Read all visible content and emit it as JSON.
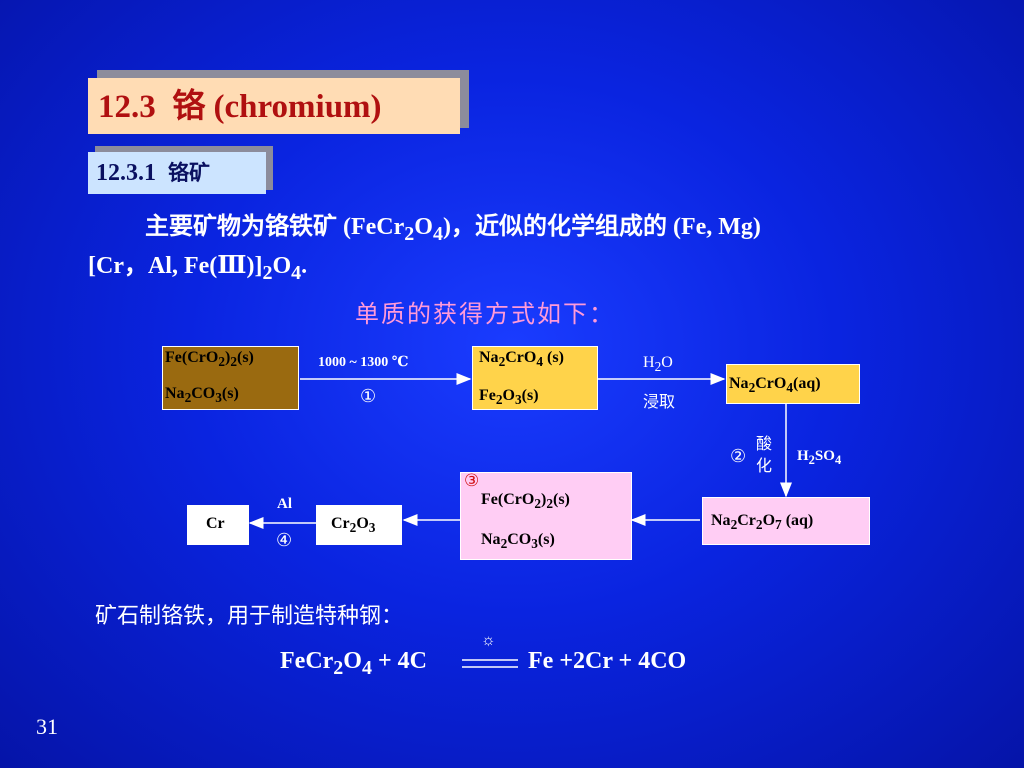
{
  "title": {
    "num": "12.3",
    "cn": "铬",
    "en": "(chromium)"
  },
  "subtitle": {
    "num": "12.3.1",
    "cn": "铬矿"
  },
  "intro": {
    "line1_a": "主要矿物为铬铁矿 (FeCr",
    "line1_sub1": "2",
    "line1_b": "O",
    "line1_sub2": "4",
    "line1_c": ")，近似的化学组成的 (Fe, Mg)",
    "line2_a": "[Cr，Al, Fe(Ⅲ)]",
    "line2_sub1": "2",
    "line2_b": "O",
    "line2_sub2": "4",
    "line2_c": "."
  },
  "method_heading": "单质的获得方式如下：",
  "diagram": {
    "start_box": {
      "l1a": "Fe(CrO",
      "l1s": "2",
      "l1b": ")",
      "l1s2": "2",
      "l1c": "(s)",
      "l2a": "Na",
      "l2s": "2",
      "l2b": "CO",
      "l2s2": "3",
      "l2c": "(s)"
    },
    "step1": {
      "label": "1000 ~ 1300 ℃",
      "num": "①"
    },
    "mid_box": {
      "l1a": "Na",
      "l1s": "2",
      "l1b": "CrO",
      "l1s2": "4",
      "l1c": " (s)",
      "l2a": "Fe",
      "l2s": "2",
      "l2b": "O",
      "l2s2": "3",
      "l2c": "(s)"
    },
    "leach": {
      "l1a": "H",
      "l1s": "2",
      "l1b": "O",
      "l2": "浸取"
    },
    "aq_box": {
      "a": "Na",
      "s1": "2",
      "b": "CrO",
      "s2": "4",
      "c": "(aq)"
    },
    "step2": {
      "num": "②",
      "cn1": "酸",
      "cn2": "化",
      "acid_a": "H",
      "acid_s1": "2",
      "acid_b": "SO",
      "acid_s2": "4"
    },
    "dichromate_box": {
      "a": "Na",
      "s1": "2",
      "b": "Cr",
      "s2": "2",
      "c": "O",
      "s3": "7",
      "d": " (aq)"
    },
    "step3_box": {
      "num": "③",
      "l1a": "Fe(CrO",
      "l1s": "2",
      "l1b": ")",
      "l1s2": "2",
      "l1c": "(s)",
      "l2a": "Na",
      "l2s": "2",
      "l2b": "CO",
      "l2s2": "3",
      "l2c": "(s)"
    },
    "oxide_box": {
      "a": "Cr",
      "s1": "2",
      "b": "O",
      "s2": "3"
    },
    "step4": {
      "reagent": "Al",
      "num": "④"
    },
    "cr_box": "Cr"
  },
  "ore_line": "矿石制铬铁，用于制造特种钢：",
  "equation": {
    "a": "FeCr",
    "s1": "2",
    "b": "O",
    "s2": "4",
    "c": " + 4C",
    "d": "Fe +2Cr + 4CO",
    "over_icon": "sun-symbol-icon"
  },
  "page_number": "31"
}
